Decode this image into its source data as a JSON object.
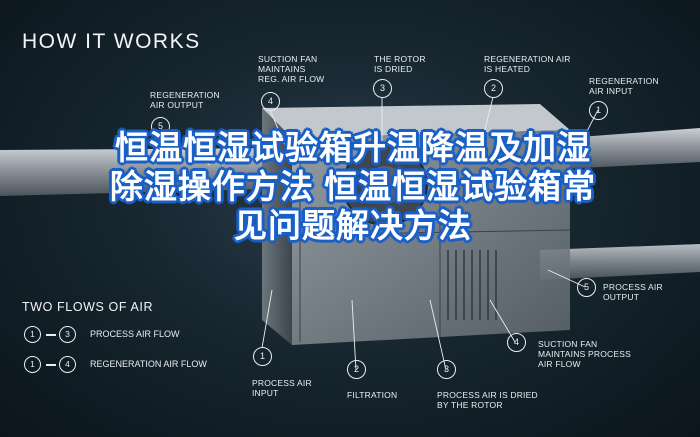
{
  "title": "HOW IT WORKS",
  "labels": {
    "regen_air_output": [
      "REGENERATION",
      "AIR OUTPUT"
    ],
    "suction_fan_reg": [
      "SUCTION FAN",
      "MAINTAINS",
      "REG. AIR FLOW"
    ],
    "rotor_dried": [
      "THE ROTOR",
      "IS DRIED"
    ],
    "regen_heated": [
      "REGENERATION AIR",
      "IS HEATED"
    ],
    "regen_air_input": [
      "REGENERATION",
      "AIR INPUT"
    ],
    "process_air_output": [
      "PROCESS AIR",
      "OUTPUT"
    ],
    "suction_fan_process": [
      "SUCTION FAN",
      "MAINTAINS PROCESS",
      "AIR FLOW"
    ],
    "process_air_input": [
      "PROCESS AIR",
      "INPUT"
    ],
    "filtration": [
      "FILTRATION"
    ],
    "process_air_dried": [
      "PROCESS AIR IS DRIED",
      "BY THE ROTOR"
    ]
  },
  "markers": {
    "top_regen_output": "5",
    "top_suction_fan": "4",
    "top_rotor": "3",
    "top_regen_heated": "2",
    "top_regen_input": "1",
    "bot_process_output": "5",
    "bot_suction_fan": "4",
    "bot_process_input": "1",
    "bot_filtration": "2",
    "bot_process_dried": "3"
  },
  "flows": {
    "title": "TWO FLOWS OF AIR",
    "items": [
      {
        "from": "1",
        "to": "3",
        "label": "PROCESS AIR FLOW"
      },
      {
        "from": "1",
        "to": "4",
        "label": "REGENERATION AIR FLOW"
      }
    ]
  },
  "overlay_text": "恒温恒湿试验箱升温降温及加湿除湿操作方法 恒温恒湿试验箱常见问题解决方法",
  "colors": {
    "background": "#17262f",
    "text": "#e9eef2",
    "overlay_text": "#ffffff",
    "overlay_outline": "#1c5fc4"
  }
}
